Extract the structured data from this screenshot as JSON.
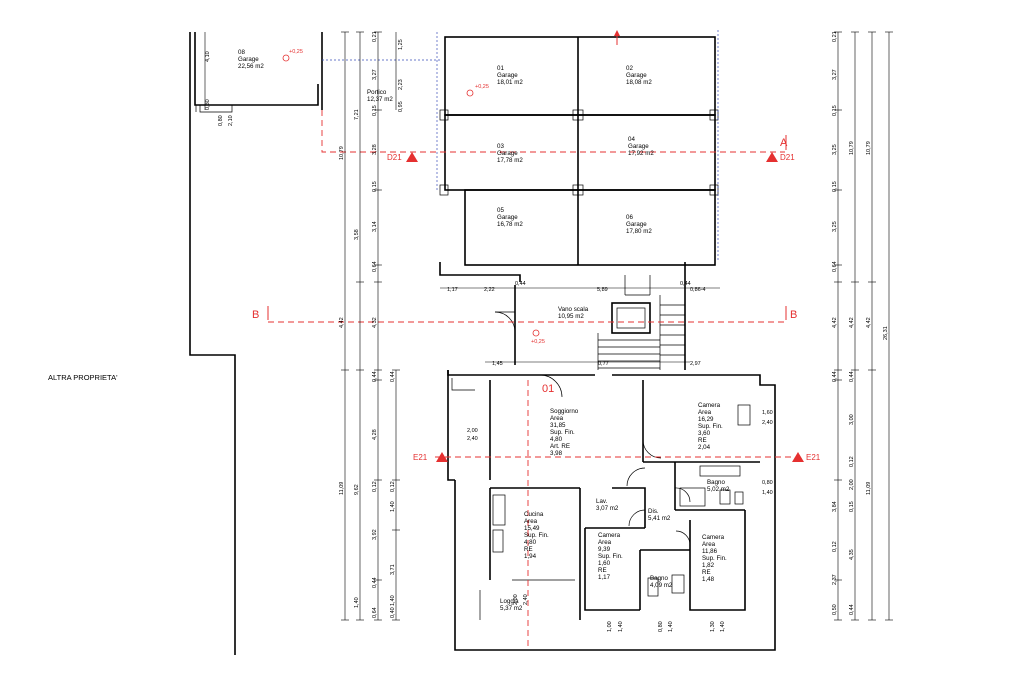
{
  "colors": {
    "section": "#e53030",
    "wall": "#000000",
    "property_line": "#3a4fb8"
  },
  "labels": {
    "altra_proprieta": "ALTRA PROPRIETA'",
    "unit_marker": "01"
  },
  "sections": {
    "A": "A",
    "B_left": "B",
    "B_right": "B",
    "D21_left": "D21",
    "D21_right": "D21",
    "E21_left": "E21",
    "E21_right": "E21"
  },
  "levels": {
    "garage": "+0,25",
    "vano": "+0,25",
    "g08": "+0,25"
  },
  "rooms": {
    "g08": {
      "num": "08",
      "name": "Garage",
      "area": "22,56 m2"
    },
    "portico": {
      "name": "Portico",
      "area": "12,37 m2"
    },
    "g01": {
      "num": "01",
      "name": "Garage",
      "area": "18,01 m2"
    },
    "g02": {
      "num": "02",
      "name": "Garage",
      "area": "18,08 m2"
    },
    "g03": {
      "num": "03",
      "name": "Garage",
      "area": "17,78 m2"
    },
    "g04": {
      "num": "04",
      "name": "Garage",
      "area": "17,92 m2"
    },
    "g05": {
      "num": "05",
      "name": "Garage",
      "area": "16,78 m2"
    },
    "g06": {
      "num": "06",
      "name": "Garage",
      "area": "17,80 m2"
    },
    "vano": {
      "name": "Vano scala",
      "area": "10,95 m2"
    },
    "soggiorno": {
      "l1": "Soggiorno",
      "l2": "Area",
      "l3": "31,85",
      "l4": "Sup. Fin.",
      "l5": "4,80",
      "l6": "Art. RE",
      "l7": "3,98"
    },
    "camera1": {
      "l1": "Camera",
      "l2": "Area",
      "l3": "16,29",
      "l4": "Sup. Fin.",
      "l5": "3,60",
      "l6": "RE",
      "l7": "2,04"
    },
    "bagno1": {
      "name": "Bagno",
      "area": "5,02 m2"
    },
    "dis": {
      "name": "Dis.",
      "area": "5,41 m2"
    },
    "lav": {
      "name": "Lav.",
      "area": "3,07 m2"
    },
    "cucina": {
      "l1": "Cucina",
      "l2": "Area",
      "l3": "15,49",
      "l4": "Sup. Fin.",
      "l5": "4,80",
      "l6": "RE",
      "l7": "1,94"
    },
    "camera2": {
      "l1": "Camera",
      "l2": "Area",
      "l3": "9,39",
      "l4": "Sup. Fin.",
      "l5": "1,60",
      "l6": "RE",
      "l7": "1,17"
    },
    "camera3": {
      "l1": "Camera",
      "l2": "Area",
      "l3": "11,86",
      "l4": "Sup. Fin.",
      "l5": "1,82",
      "l6": "RE",
      "l7": "1,48"
    },
    "bagno2": {
      "name": "Bagno",
      "area": "4,09 m2"
    },
    "loggia": {
      "name": "Loggia",
      "area": "5,37 m2"
    }
  },
  "dims": {
    "h_117": "1,17",
    "h_222": "2,22",
    "h_044a": "0,44",
    "h_589": "5,89",
    "h_044b": "0,44",
    "h_086": "0,86-4",
    "h_145": "1,45",
    "h_077": "0,77",
    "h_297": "2,97",
    "w_200": "2,00",
    "w_240": "2,40",
    "w_160": "1,60",
    "w_240b": "2,40",
    "w_080": "0,80",
    "w_140": "1,40",
    "b_100": "1,00",
    "b_140a": "1,40",
    "b_080": "0,80",
    "b_140b": "1,40",
    "b_130": "1,30",
    "b_140c": "1,40",
    "l_200": "2,00",
    "l_240": "2,40",
    "g_410": "4,10",
    "g_030": "0,30",
    "g_080": "0,80",
    "g_210": "2,10",
    "g_021": "0,21",
    "g_125": "1,25",
    "g_327a": "3,27",
    "g_223": "2,23",
    "g_015a": "0,15",
    "g_095": "0,95",
    "g_721": "7,21",
    "g_1079a": "10,79",
    "g_015b": "0,15",
    "g_328": "3,28",
    "g_358": "3,58",
    "g_314": "3,14",
    "g_064a": "0,64",
    "g_442a": "4,42",
    "g_432": "4,32",
    "g_044c": "0,44",
    "g_428": "4,28",
    "g_012a": "0,12",
    "g_1109a": "11,09",
    "g_962": "9,62",
    "g_140a": "1,40",
    "g_392": "3,92",
    "g_371": "3,71",
    "g_044d": "0,44",
    "g_140b": "1,40",
    "g_064b": "0,64",
    "g_044e": "0,44",
    "g_012b": "0,12",
    "g_140c": "1,40",
    "g_040": "0,40",
    "r_021": "0,21",
    "r_327": "3,27",
    "r_015a": "0,15",
    "r_325a": "3,25",
    "r_1079a": "10,79",
    "r_1079b": "10,79",
    "r_015b": "0,15",
    "r_325b": "3,25",
    "r_064a": "0,64",
    "r_442a": "4,42",
    "r_442b": "4,42",
    "r_442c": "4,42",
    "r_2631": "26,31",
    "r_044a": "0,44",
    "r_044b": "0,44",
    "r_300": "3,00",
    "r_012a": "0,12",
    "r_200": "2,00",
    "r_384": "3,84",
    "r_015c": "0,15",
    "r_1109": "11,09",
    "r_012b": "0,12",
    "r_237": "2,37",
    "r_435": "4,35",
    "r_050": "0,50",
    "r_044c": "0,44"
  }
}
